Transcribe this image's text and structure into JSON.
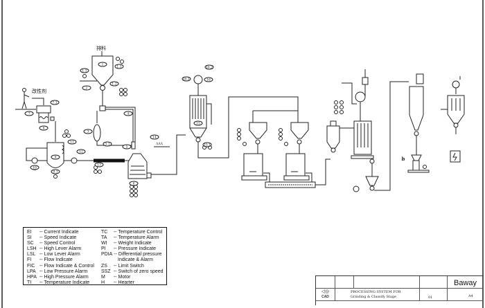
{
  "diagram": {
    "labels": {
      "raw_material": "排料",
      "modifier": "改性剂"
    },
    "tags": [
      "1",
      "1.1",
      "1.2",
      "1.3",
      "2",
      "3",
      "3.1",
      "4",
      "5",
      "6",
      "7",
      "7.1",
      "8",
      "9",
      "9.1",
      "10",
      "11",
      "12",
      "13",
      "14",
      "15",
      "15.1",
      "16",
      "16.1",
      "16.2"
    ]
  },
  "legend": {
    "left": [
      {
        "abbr": "EI",
        "desc": "-- Current Indicate"
      },
      {
        "abbr": "SI",
        "desc": "-- Speed Indicate"
      },
      {
        "abbr": "SC",
        "desc": "-- Speed Control"
      },
      {
        "abbr": "LSH",
        "desc": "-- High Lever Alarm"
      },
      {
        "abbr": "LSL",
        "desc": "-- Low Lever Alarm"
      },
      {
        "abbr": "FI",
        "desc": "-- Flow Indicate"
      },
      {
        "abbr": "FIC",
        "desc": "-- Flow Indicate & Control"
      },
      {
        "abbr": "LPA",
        "desc": "-- Low Pressure Alarm"
      },
      {
        "abbr": "HPA",
        "desc": "-- High Pressure Alarm"
      },
      {
        "abbr": "TI",
        "desc": "-- Temperature Indicate"
      }
    ],
    "right": [
      {
        "abbr": "TC",
        "desc": "-- Temperature Control"
      },
      {
        "abbr": "TA",
        "desc": "-- Temperature Alarm"
      },
      {
        "abbr": "WI",
        "desc": "-- Weight Indicate"
      },
      {
        "abbr": "PI",
        "desc": "-- Pressure Indicate"
      },
      {
        "abbr": "PDIA",
        "desc": "-- Differential pressure"
      },
      {
        "abbr": "",
        "desc": "Indicate & Alarm"
      },
      {
        "abbr": "ZS",
        "desc": "-- Limit Switch"
      },
      {
        "abbr": "SSZ",
        "desc": "-- Switch of zero speed"
      },
      {
        "abbr": "M",
        "desc": "-- Motor"
      },
      {
        "abbr": "H",
        "desc": "-- Hearter"
      }
    ]
  },
  "title_block": {
    "company": "Baway",
    "logo_text": "CAD",
    "title_line1": "PROCESSING SYSTEM FOR",
    "title_line2": "Grinding & Classify Stage",
    "sheet_size": "A4",
    "scale_value": "01"
  }
}
